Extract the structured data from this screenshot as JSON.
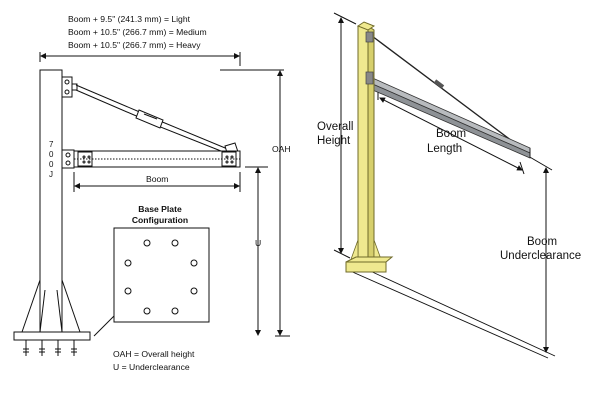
{
  "left_diagram": {
    "boom_notes": [
      "Boom + 9.5\" (241.3 mm) = Light",
      "Boom + 10.5\" (266.7 mm) = Medium",
      "Boom + 10.5\" (266.7 mm) = Heavy"
    ],
    "post_marking": [
      "7",
      "0",
      "0",
      "J"
    ],
    "boom_label": "Boom",
    "oah_label": "OAH",
    "u_label": "U",
    "base_plate_title": [
      "Base Plate",
      "Configuration"
    ],
    "legend": [
      "OAH = Overall height",
      "U = Underclearance"
    ]
  },
  "right_diagram": {
    "overall_height": [
      "Overall",
      "Height"
    ],
    "boom_length": [
      "Boom",
      "Length"
    ],
    "boom_underclearance": [
      "Boom",
      "Underclearance"
    ],
    "post_color": "#efe98f",
    "post_stroke": "#6f6a2a",
    "boom_color": "#8e9296"
  }
}
